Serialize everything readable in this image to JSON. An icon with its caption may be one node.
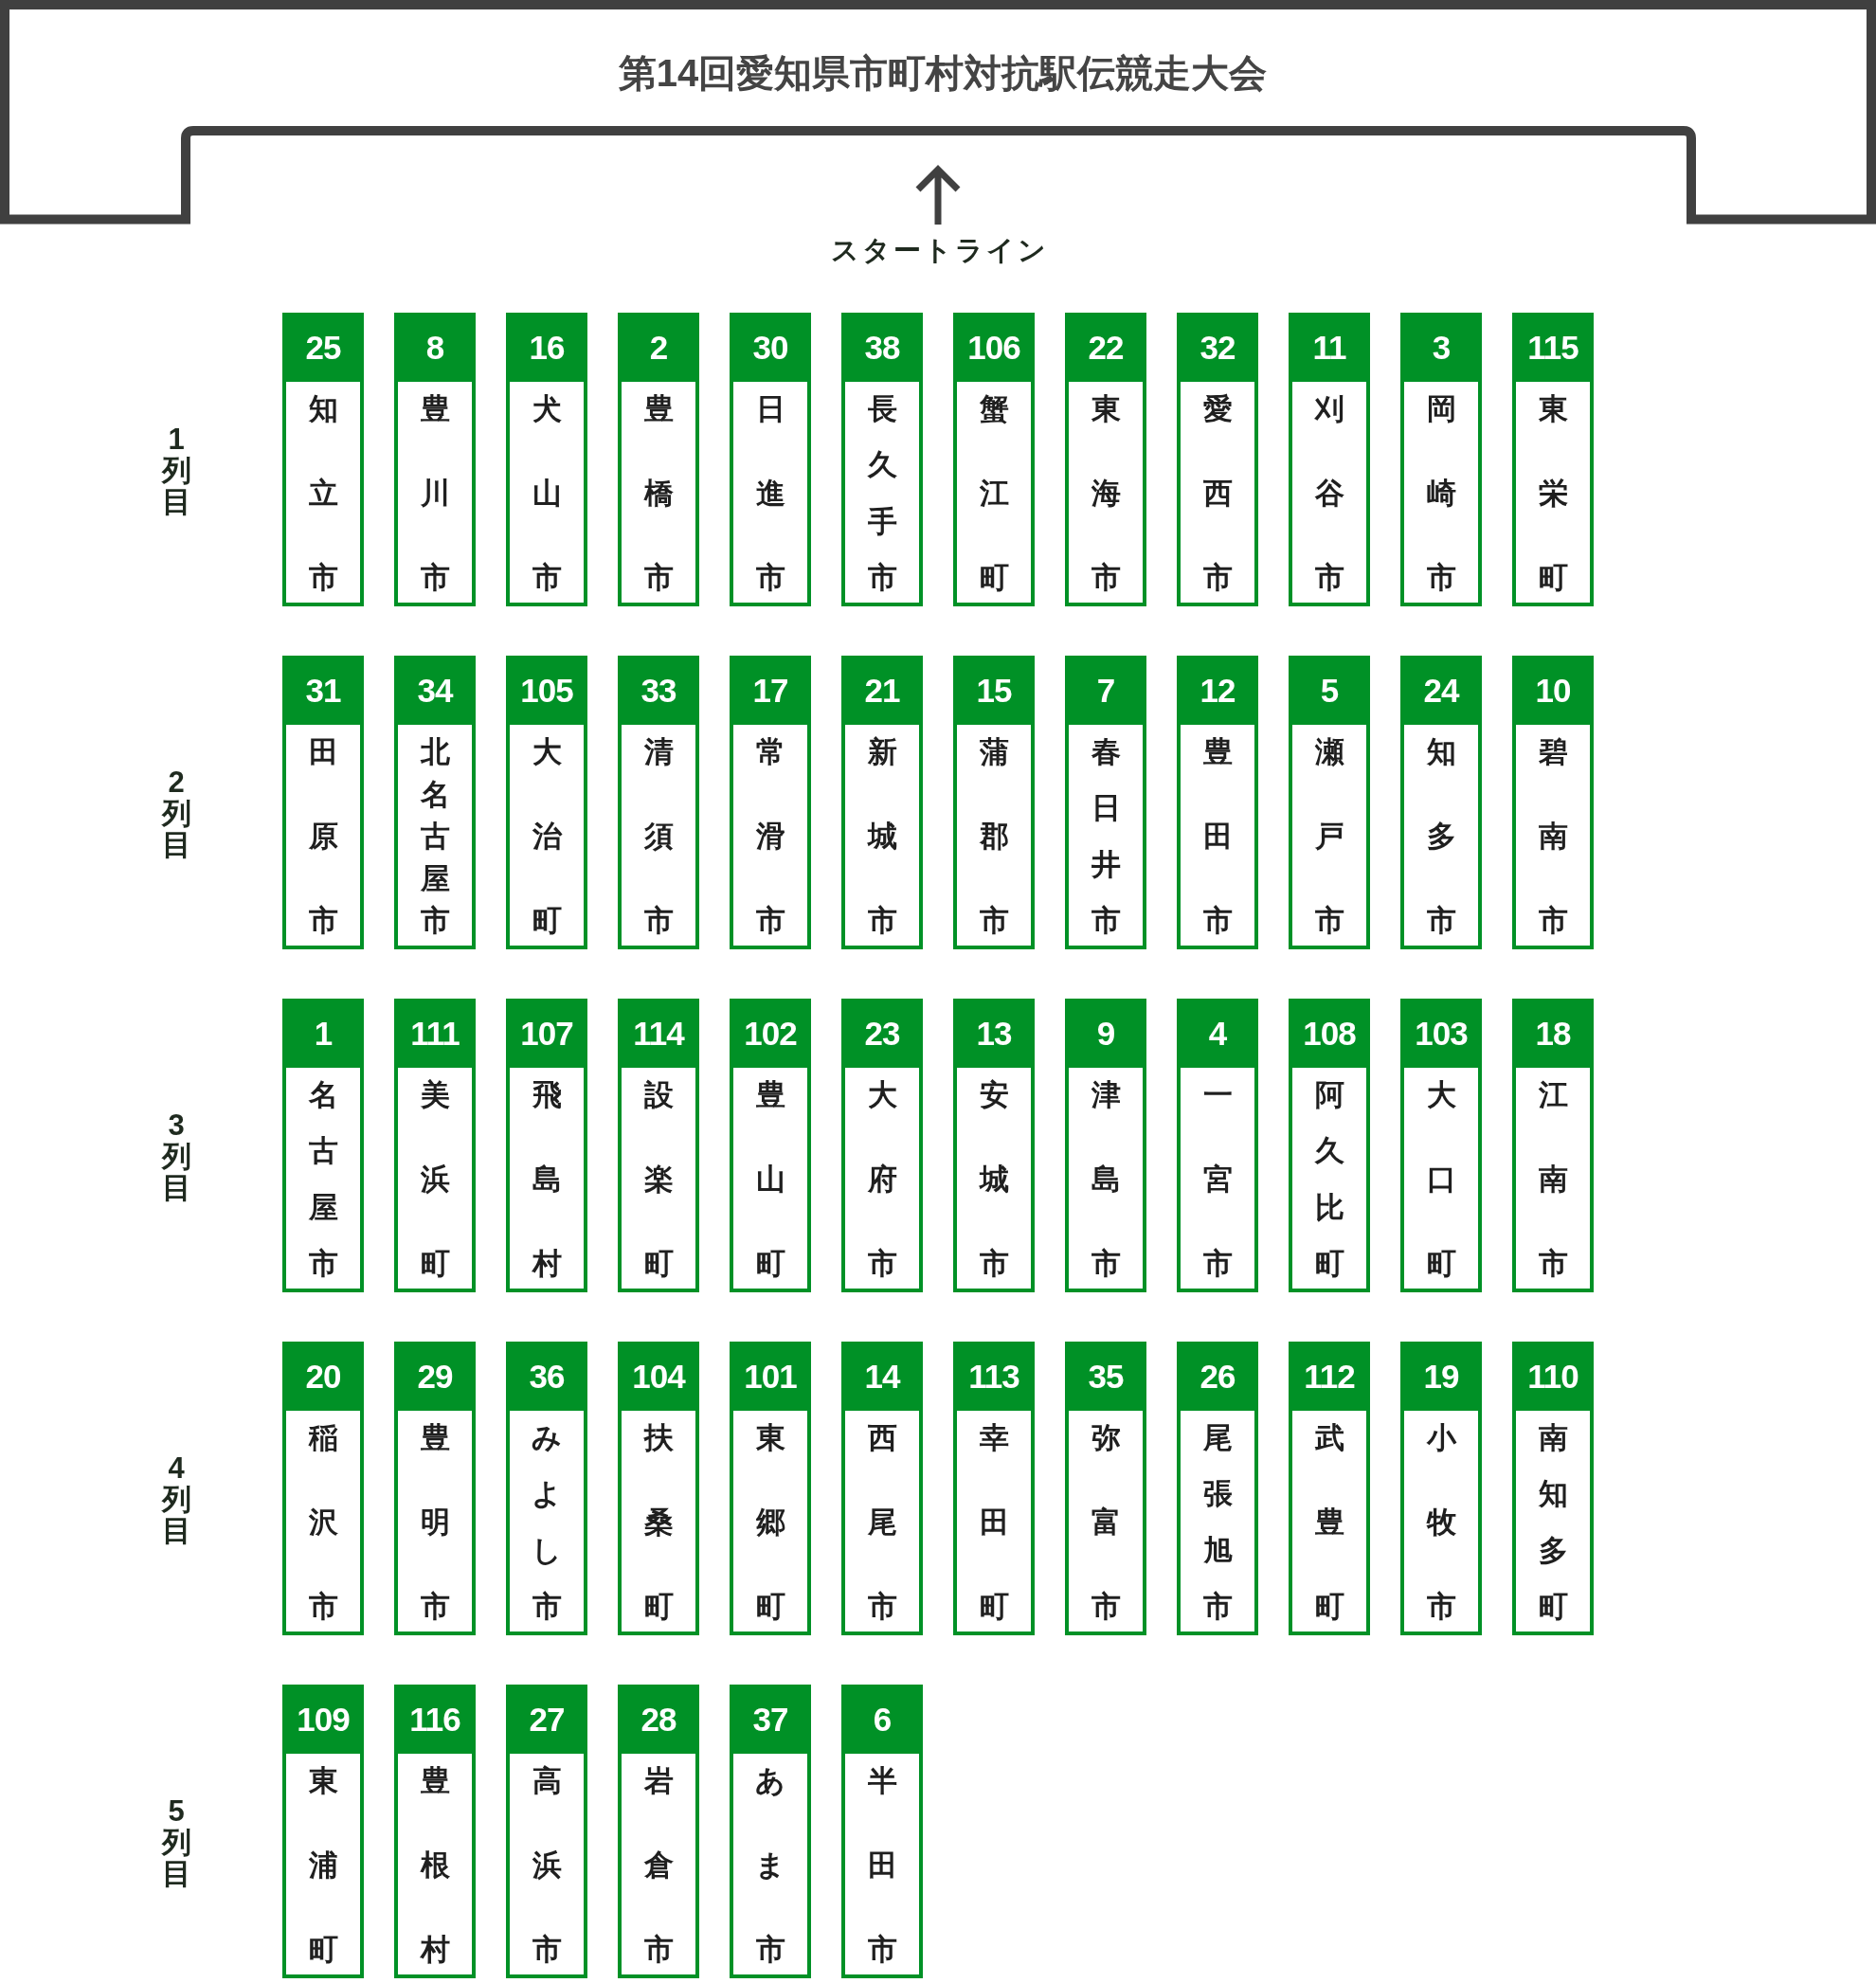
{
  "diagram": {
    "nodes": [
      {
        "text": [
          "第14回愛知県市町村対抗駅伝競走大会"
        ]
      },
      {
        "text": [
          "25",
          "知立市"
        ]
      },
      {
        "text": [
          "8",
          "豊川市"
        ]
      },
      {
        "text": [
          "16",
          "犬山市"
        ]
      },
      {
        "text": [
          "2",
          "豊橋市"
        ]
      },
      {
        "text": [
          "30",
          "日進市"
        ]
      },
      {
        "text": [
          "38",
          "長久手市"
        ]
      },
      {
        "text": [
          "106",
          "蟹江町"
        ]
      },
      {
        "text": [
          "22",
          "東海市"
        ]
      },
      {
        "text": [
          "32",
          "愛西市"
        ]
      },
      {
        "text": [
          "11",
          "刈谷市"
        ]
      },
      {
        "text": [
          "3",
          "岡崎市"
        ]
      },
      {
        "text": [
          "115",
          "東栄町"
        ]
      },
      {
        "text": [
          "31",
          "田原市"
        ]
      },
      {
        "text": [
          "34",
          "北名古屋市"
        ]
      },
      {
        "text": [
          "105",
          "大治町"
        ]
      },
      {
        "text": [
          "33",
          "清須市"
        ]
      },
      {
        "text": [
          "17",
          "常滑市"
        ]
      },
      {
        "text": [
          "21",
          "新城市"
        ]
      },
      {
        "text": [
          "15",
          "蒲郡市"
        ]
      },
      {
        "text": [
          "7",
          "春日井市"
        ]
      },
      {
        "text": [
          "12",
          "豊田市"
        ]
      },
      {
        "text": [
          "5",
          "瀬戸市"
        ]
      },
      {
        "text": [
          "24",
          "知多市"
        ]
      },
      {
        "text": [
          "10",
          "碧南市"
        ]
      },
      {
        "text": [
          "1",
          "名古屋市"
        ]
      },
      {
        "text": [
          "111",
          "美浜町"
        ]
      },
      {
        "text": [
          "107",
          "飛島村"
        ]
      },
      {
        "text": [
          "114",
          "設楽町"
        ]
      },
      {
        "text": [
          "102",
          "豊山町"
        ]
      },
      {
        "text": [
          "23",
          "大府市"
        ]
      },
      {
        "text": [
          "13",
          "安城市"
        ]
      },
      {
        "text": [
          "9",
          "津島市"
        ]
      },
      {
        "text": [
          "4",
          "一宮市"
        ]
      },
      {
        "text": [
          "108",
          "阿久比町"
        ]
      },
      {
        "text": [
          "103",
          "大口町"
        ]
      },
      {
        "text": [
          "18",
          "江南市"
        ]
      },
      {
        "text": [
          "20",
          "稲沢市"
        ]
      },
      {
        "text": [
          "29",
          "豊明市"
        ]
      },
      {
        "text": [
          "36",
          "みよし市"
        ]
      },
      {
        "text": [
          "104",
          "扶桑町"
        ]
      },
      {
        "text": [
          "101",
          "東郷町"
        ]
      },
      {
        "text": [
          "14",
          "西尾市"
        ]
      },
      {
        "text": [
          "113",
          "幸田町"
        ]
      },
      {
        "text": [
          "35",
          "弥富市"
        ]
      },
      {
        "text": [
          "26",
          "尾張旭市"
        ]
      },
      {
        "text": [
          "112",
          "武豊町"
        ]
      },
      {
        "text": [
          "19",
          "小牧市"
        ]
      },
      {
        "text": [
          "110",
          "南知多町"
        ]
      },
      {
        "text": [
          "109",
          "東浦町"
        ]
      },
      {
        "text": [
          "116",
          "豊根村"
        ]
      },
      {
        "text": [
          "27",
          "高浜市"
        ]
      },
      {
        "text": [
          "28",
          "岩倉市"
        ]
      },
      {
        "text": [
          "37",
          "あま市"
        ]
      },
      {
        "text": [
          "6",
          "半田市"
        ]
      }
    ],
    "labels": [
      "スタートライン",
      "1列目",
      "2列目",
      "3列目",
      "4列目",
      "5列目"
    ]
  }
}
